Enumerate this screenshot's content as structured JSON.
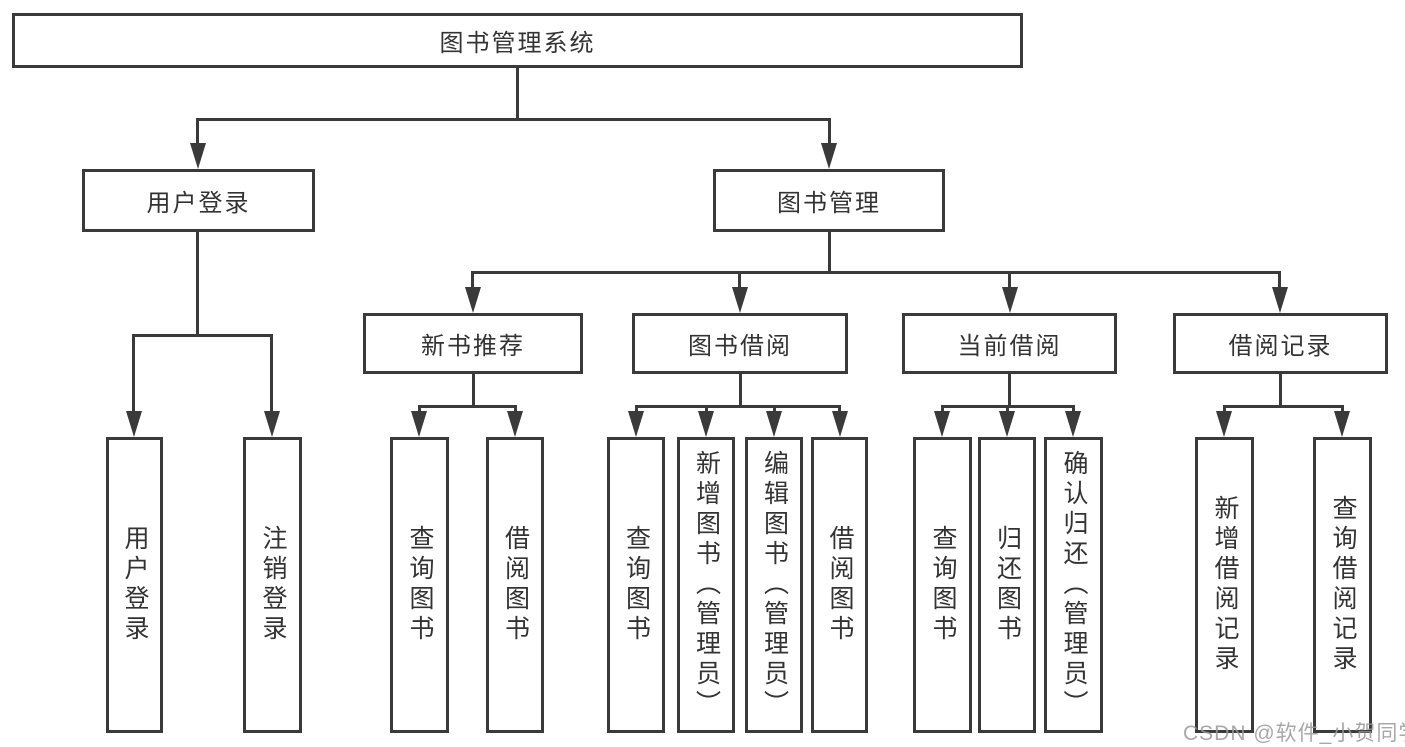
{
  "diagram": {
    "title": "图书管理系统",
    "type": "hierarchy-tree",
    "nodes": {
      "root": "图书管理系统",
      "user_login": "用户登录",
      "book_mgmt": "图书管理",
      "new_book_rec": "新书推荐",
      "book_borrow": "图书借阅",
      "current_borrow": "当前借阅",
      "borrow_record": "借阅记录",
      "ul_login": "用户登录",
      "ul_logout": "注销登录",
      "nbr_query": "查询图书",
      "nbr_borrow": "借阅图书",
      "bb_query": "查询图书",
      "bb_add": "新增图书（管理员）",
      "bb_edit": "编辑图书（管理员）",
      "bb_borrow": "借阅图书",
      "cb_query": "查询图书",
      "cb_return": "归还图书",
      "cb_confirm": "确认归还（管理员）",
      "br_add": "新增借阅记录",
      "br_query": "查询借阅记录"
    },
    "hierarchy": {
      "图书管理系统": {
        "用户登录": [
          "用户登录",
          "注销登录"
        ],
        "图书管理": {
          "新书推荐": [
            "查询图书",
            "借阅图书"
          ],
          "图书借阅": [
            "查询图书",
            "新增图书（管理员）",
            "编辑图书（管理员）",
            "借阅图书"
          ],
          "当前借阅": [
            "查询图书",
            "归还图书",
            "确认归还（管理员）"
          ],
          "借阅记录": [
            "新增借阅记录",
            "查询借阅记录"
          ]
        }
      }
    }
  },
  "colors": {
    "line": "#3a3a3a",
    "text": "#333333",
    "background": "#ffffff",
    "watermark": "#9a9a9a"
  },
  "watermark": {
    "text": "CSDN @软件_小贺同学"
  }
}
